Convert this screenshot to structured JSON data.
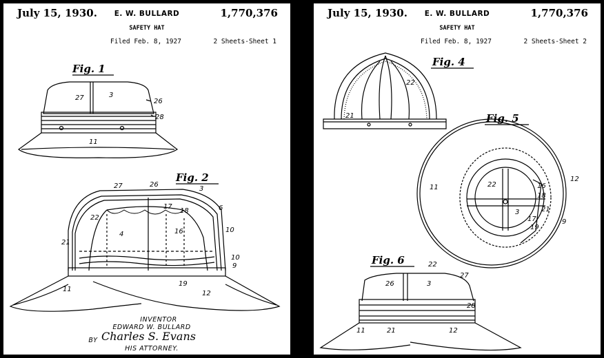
{
  "sheets": [
    {
      "date": "July 15, 1930.",
      "inventor_name": "E. W. BULLARD",
      "patent_number": "1,770,376",
      "title": "SAFETY HAT",
      "filed": "Filed Feb. 8, 1927",
      "sheet_label": "2 Sheets-Sheet 1",
      "figures": [
        "Fig. 1",
        "Fig. 2"
      ],
      "refs_fig1": [
        "27",
        "3",
        "26",
        "28",
        "11"
      ],
      "refs_fig2": [
        "27",
        "26",
        "3",
        "6",
        "22",
        "17",
        "18",
        "4",
        "16",
        "10",
        "21",
        "10",
        "9",
        "19",
        "11",
        "12"
      ],
      "signature_block": {
        "inventor_label": "INVENTOR",
        "inventor": "EDWARD W. BULLARD",
        "by": "BY",
        "attorney_signature": "Charles S. Evans",
        "attorney_label": "HIS ATTORNEY."
      }
    },
    {
      "date": "July 15, 1930.",
      "inventor_name": "E. W. BULLARD",
      "patent_number": "1,770,376",
      "title": "SAFETY HAT",
      "filed": "Filed Feb. 8, 1927",
      "sheet_label": "2 Sheets-Sheet 2",
      "figures": [
        "Fig. 4",
        "Fig. 5",
        "Fig. 6"
      ],
      "refs_fig4": [
        "22",
        "21"
      ],
      "refs_fig5": [
        "11",
        "22",
        "16",
        "18",
        "12",
        "3",
        "21",
        "17",
        "19",
        "9"
      ],
      "refs_fig6": [
        "22",
        "27",
        "26",
        "3",
        "28",
        "11",
        "21",
        "12"
      ]
    }
  ]
}
